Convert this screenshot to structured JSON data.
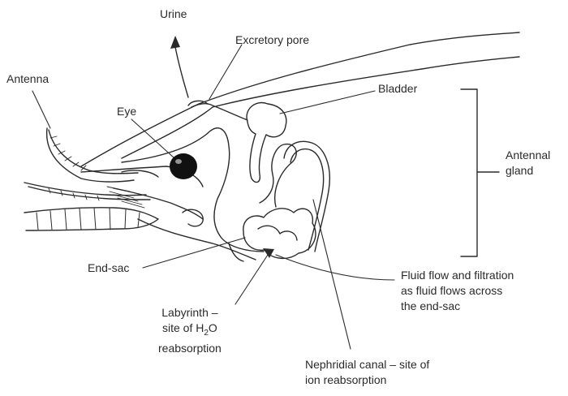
{
  "labels": {
    "urine": "Urine",
    "excretory_pore": "Excretory pore",
    "antenna": "Antenna",
    "eye": "Eye",
    "bladder": "Bladder",
    "antennal_gland": "Antennal\ngland",
    "end_sac": "End-sac",
    "fluid_flow": "Fluid flow and filtration\nas fluid flows across\nthe end-sac",
    "labyrinth_line1": "Labyrinth –",
    "labyrinth_line2_pre": "site of H",
    "labyrinth_sub": "2",
    "labyrinth_line2_post": "O",
    "labyrinth_line3": "reabsorption",
    "nephridial_canal": "Nephridial canal – site of\nion reabsorption"
  },
  "colors": {
    "ink": "#2a2a2a",
    "paper": "#ffffff"
  }
}
